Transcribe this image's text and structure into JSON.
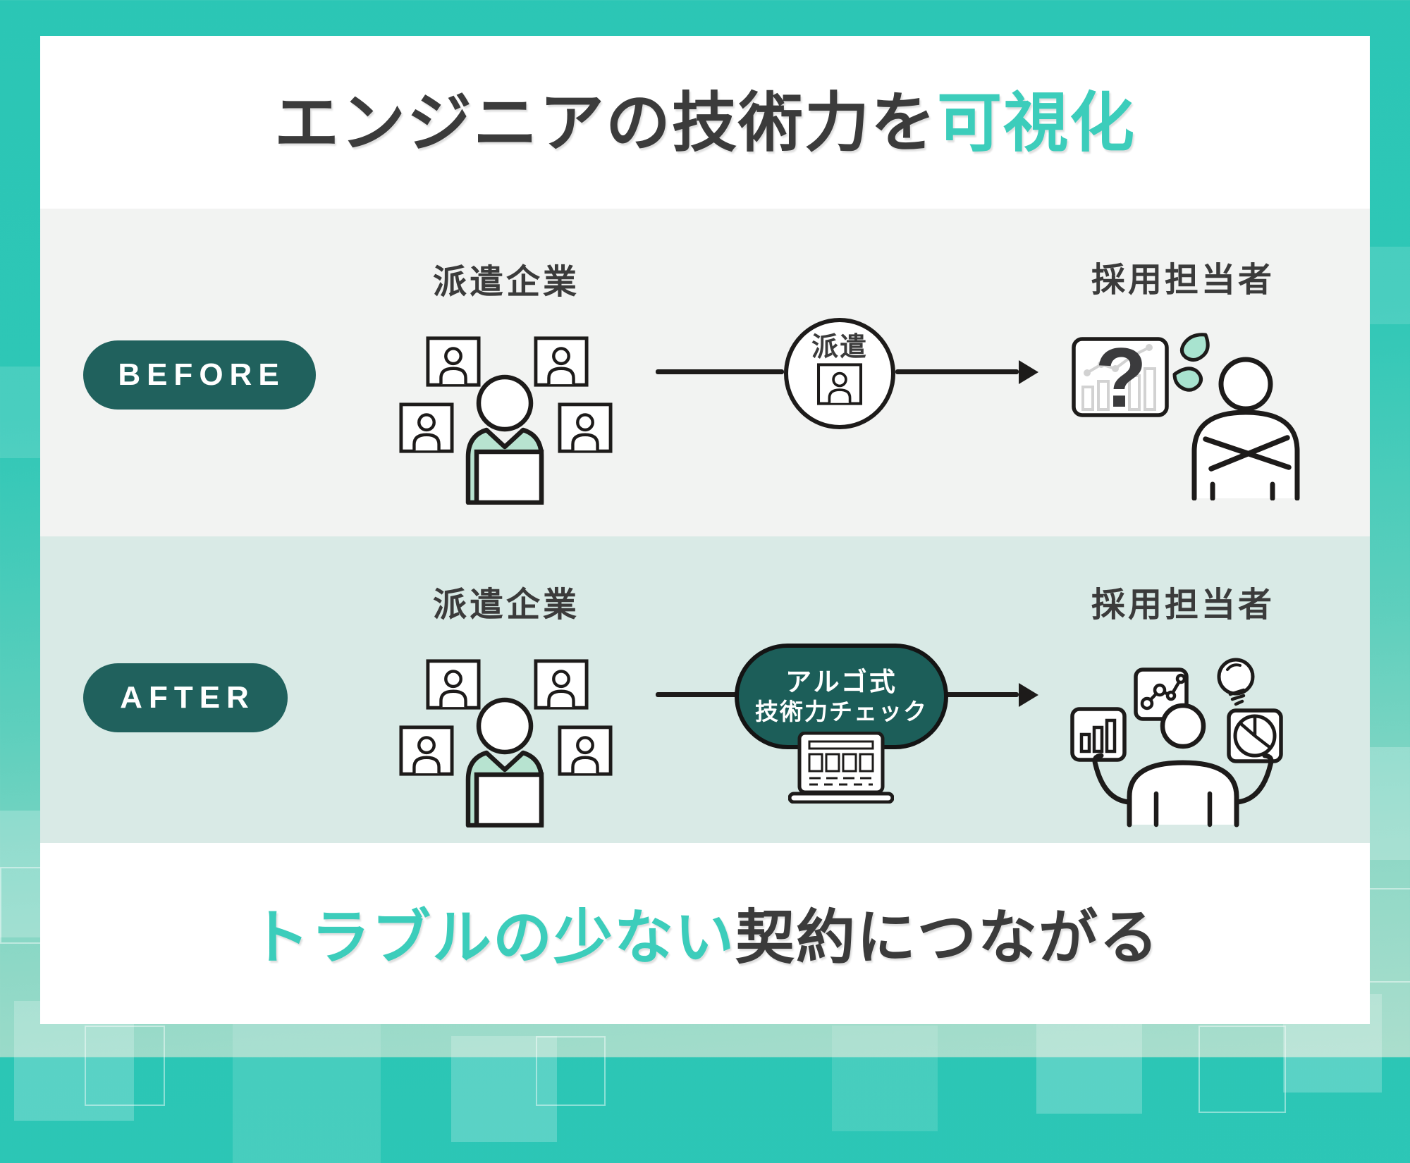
{
  "title": {
    "plain": "エンジニアの技術力を",
    "accent": "可視化"
  },
  "before": {
    "badge": "BEFORE",
    "left_label": "派遣企業",
    "arrow_label": "派遣",
    "right_label": "採用担当者",
    "question_mark": "?"
  },
  "after": {
    "badge": "AFTER",
    "left_label": "派遣企業",
    "bubble_line1": "アルゴ式",
    "bubble_line2": "技術力チェック",
    "right_label": "採用担当者"
  },
  "footer": {
    "accent": "トラブルの少ない",
    "plain": "契約につながる"
  },
  "colors": {
    "accent": "#3ccdbb",
    "badge_bg": "#20615d",
    "bubble_bg": "#1c5e59",
    "before_bg": "#f2f3f2",
    "after_bg": "#d9eae6",
    "ink": "#1d1b1a",
    "ink_text": "#3b3b3b",
    "shirt": "#b7e3d0",
    "sweat": "#a8e3cf",
    "border_top": "#2dc6b5",
    "border_bottom": "#abdecd"
  }
}
